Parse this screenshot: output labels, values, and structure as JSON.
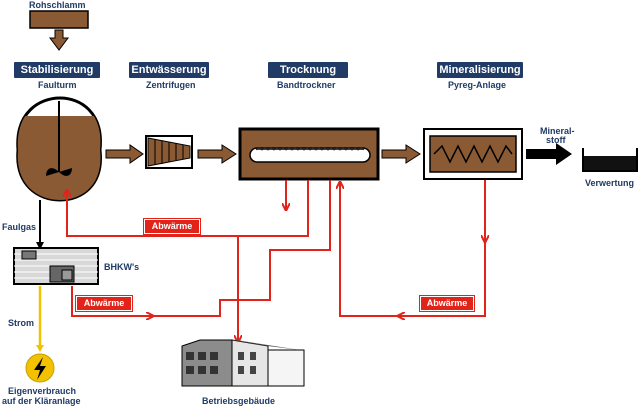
{
  "top_input": "Rohschlamm",
  "stages": [
    {
      "title": "Stabilisierung",
      "sub": "Faulturm"
    },
    {
      "title": "Entwässerung",
      "sub": "Zentrifugen"
    },
    {
      "title": "Trocknung",
      "sub": "Bandtrockner"
    },
    {
      "title": "Mineralisierung",
      "sub": "Pyreg-Anlage"
    }
  ],
  "labels": {
    "faulgas": "Faulgas",
    "bhkw": "BHKW's",
    "strom": "Strom",
    "eigenverbrauch_1": "Eigenverbrauch",
    "eigenverbrauch_2": "auf der Kläranlage",
    "mineralstoff_1": "Mineral-",
    "mineralstoff_2": "stoff",
    "verwertung": "Verwertung",
    "betriebsgebaeude": "Betriebsgebäude"
  },
  "heat_tags": [
    "Abwärme",
    "Abwärme",
    "Abwärme"
  ],
  "colors": {
    "stage_bg": "#1f3b66",
    "sludge": "#8a5a35",
    "heat": "#e2231a",
    "power": "#f2c200"
  }
}
